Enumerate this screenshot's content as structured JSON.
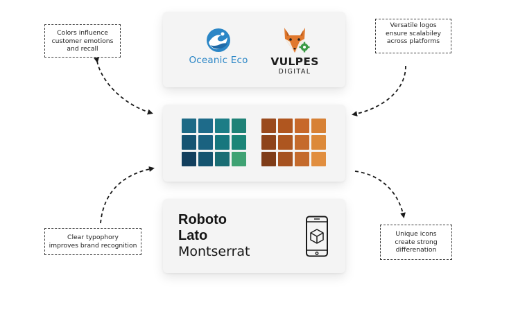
{
  "logos": {
    "oceanic": {
      "name": "Oceanic Eco",
      "color": "#2b86c6",
      "icon": "wave-icon"
    },
    "vulpes": {
      "name": "VULPES",
      "sub": "DIGITAL",
      "icon": "fox-gear-icon"
    }
  },
  "palettes": {
    "teal": {
      "rows": [
        [
          "#1d6a86",
          "#1e6b8a",
          "#1c7d86",
          "#1f8277"
        ],
        [
          "#155472",
          "#1a6280",
          "#17777e",
          "#1c8578"
        ],
        [
          "#123f5d",
          "#155470",
          "#1a6d74",
          "#3fa273"
        ]
      ]
    },
    "orange": {
      "rows": [
        [
          "#9a4a1d",
          "#b0561f",
          "#c7682a",
          "#d78135"
        ],
        [
          "#8e441b",
          "#ad5620",
          "#c56a2b",
          "#dc8939"
        ],
        [
          "#7f3c18",
          "#a65220",
          "#c46a2c",
          "#e18e3f"
        ]
      ]
    }
  },
  "fonts": {
    "samples": [
      "Roboto",
      "Lato",
      "Montserrat"
    ],
    "icon": "smartphone-cube-icon"
  },
  "notes": {
    "colors": [
      "Colors influence",
      "customer emotions",
      "and recall"
    ],
    "logos": [
      "Versatile logos",
      "ensure scalabiley",
      "across platforms"
    ],
    "typography": [
      "Clear typophory",
      "improves brand recognition"
    ],
    "icons": [
      "Unique icons",
      "create strong",
      "differenation"
    ]
  }
}
